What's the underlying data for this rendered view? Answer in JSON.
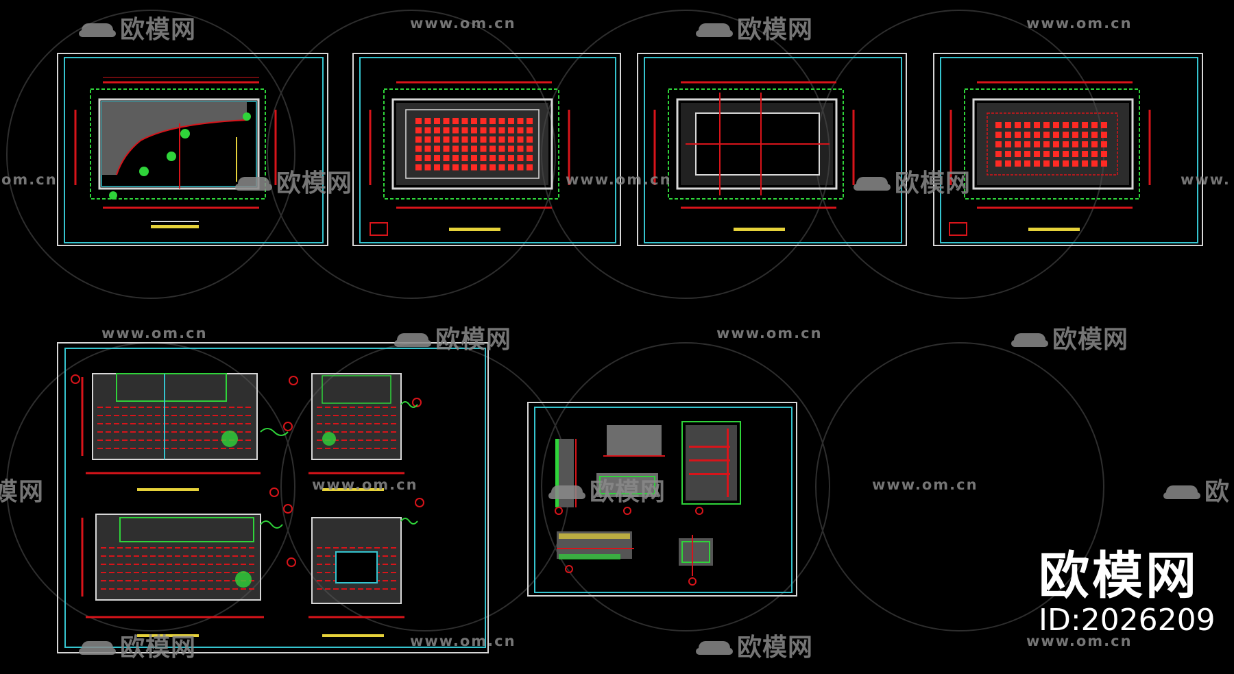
{
  "watermark": {
    "url": "www.om.cn",
    "logo_text": "欧模网"
  },
  "brand": {
    "name": "欧模网",
    "id_label": "ID:2026209"
  },
  "colors": {
    "background": "#000000",
    "frame": "#d8d8d8",
    "border": "#35c4cf",
    "wall_green": "#2fd43a",
    "dimension_red": "#d8141a",
    "tile_red": "#ff2a24",
    "hatch_gray": "#9a9a9a",
    "label_cyan": "#27d7e8",
    "title_yellow": "#e6d23a",
    "watermark_gray": "#8a8a8a"
  },
  "drawing_sheets": [
    {
      "name": "floor-plan-furniture"
    },
    {
      "name": "floor-plan-ceiling-lights"
    },
    {
      "name": "floor-plan-dimensions"
    },
    {
      "name": "floor-plan-ceiling-grid"
    },
    {
      "name": "wall-elevations"
    },
    {
      "name": "construction-details"
    }
  ]
}
